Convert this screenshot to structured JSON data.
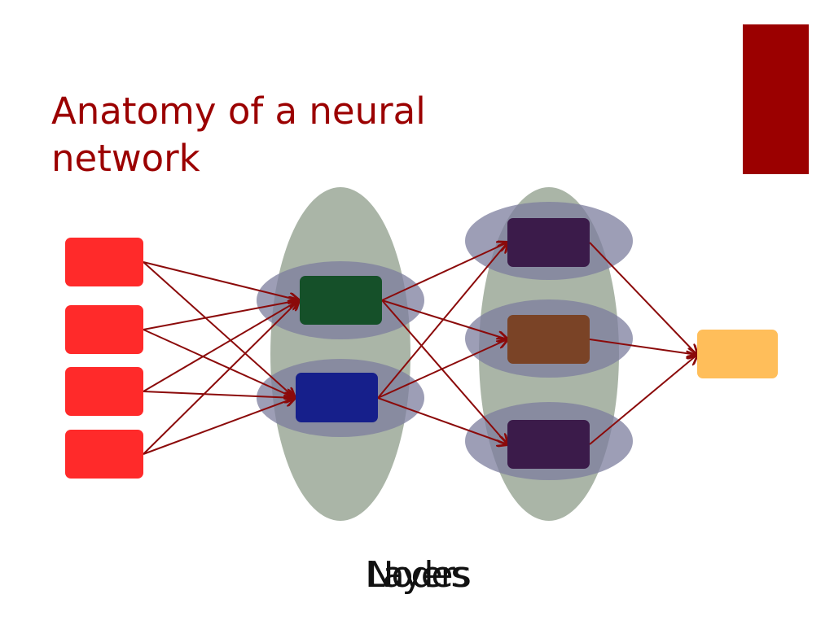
{
  "slide": {
    "title": "Anatomy of a neural network",
    "caption_overlap": [
      "Nodes",
      "Layers"
    ]
  },
  "colors": {
    "title": "#9b0000",
    "accent_bar": "#9b0000",
    "edge": "#8b0a0a",
    "layer_ellipse": "#aab5a7",
    "node_ellipse": "#7c7d9e",
    "input_node": "#ff2a2a",
    "hidden1_node_top": "#155029",
    "hidden1_node_bottom": "#161f8b",
    "hidden2_node_top": "#3b1b4a",
    "hidden2_node_middle": "#7a4326",
    "hidden2_node_bottom": "#3b1b4a",
    "output_node": "#ffbe5a"
  },
  "network": {
    "layer_sizes": [
      4,
      2,
      3,
      1
    ]
  }
}
